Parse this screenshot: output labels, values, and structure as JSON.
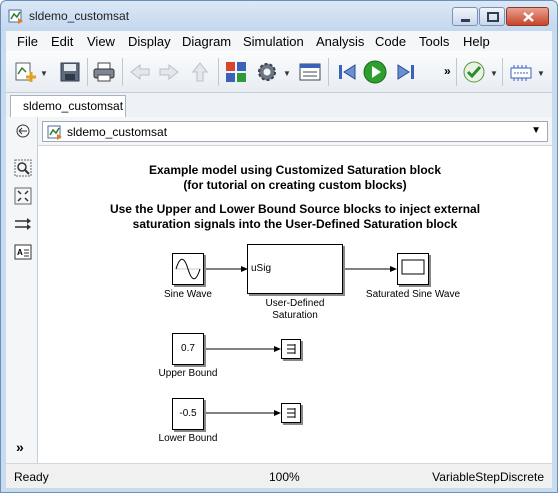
{
  "window": {
    "title": "sldemo_customsat"
  },
  "menubar": {
    "items": [
      "File",
      "Edit",
      "View",
      "Display",
      "Diagram",
      "Simulation",
      "Analysis",
      "Code",
      "Tools",
      "Help"
    ]
  },
  "toolbar": {
    "icons": [
      "new-model-icon",
      "save-icon",
      "print-icon",
      "back-icon",
      "forward-icon",
      "up-icon",
      "library-browser-icon",
      "model-config-icon",
      "model-explorer-icon",
      "step-back-icon",
      "run-icon",
      "step-forward-icon",
      "more-icon",
      "model-advisor-icon",
      "build-icon"
    ]
  },
  "tabs": [
    {
      "label": "sldemo_customsat"
    }
  ],
  "address": {
    "path": "sldemo_customsat"
  },
  "canvas": {
    "annotation1_line1": "Example model using Customized Saturation block",
    "annotation1_line2": "(for tutorial on creating custom blocks)",
    "annotation2_line1": "Use the Upper and Lower Bound Source blocks to inject external",
    "annotation2_line2": "saturation signals into the User-Defined Saturation block",
    "blocks": {
      "sine_wave": "Sine Wave",
      "user_sat_port": "uSig",
      "user_sat_label_1": "User-Defined",
      "user_sat_label_2": "Saturation",
      "scope": "Saturated Sine Wave",
      "upper_value": "0.7",
      "upper_label": "Upper Bound",
      "lower_value": "-0.5",
      "lower_label": "Lower Bound"
    }
  },
  "status": {
    "left": "Ready",
    "zoom": "100%",
    "solver": "VariableStepDiscrete"
  },
  "colors": {
    "run_green": "#2e9e2e",
    "arrow_blue": "#3a62b8",
    "titlebar": "#c9dcef"
  }
}
